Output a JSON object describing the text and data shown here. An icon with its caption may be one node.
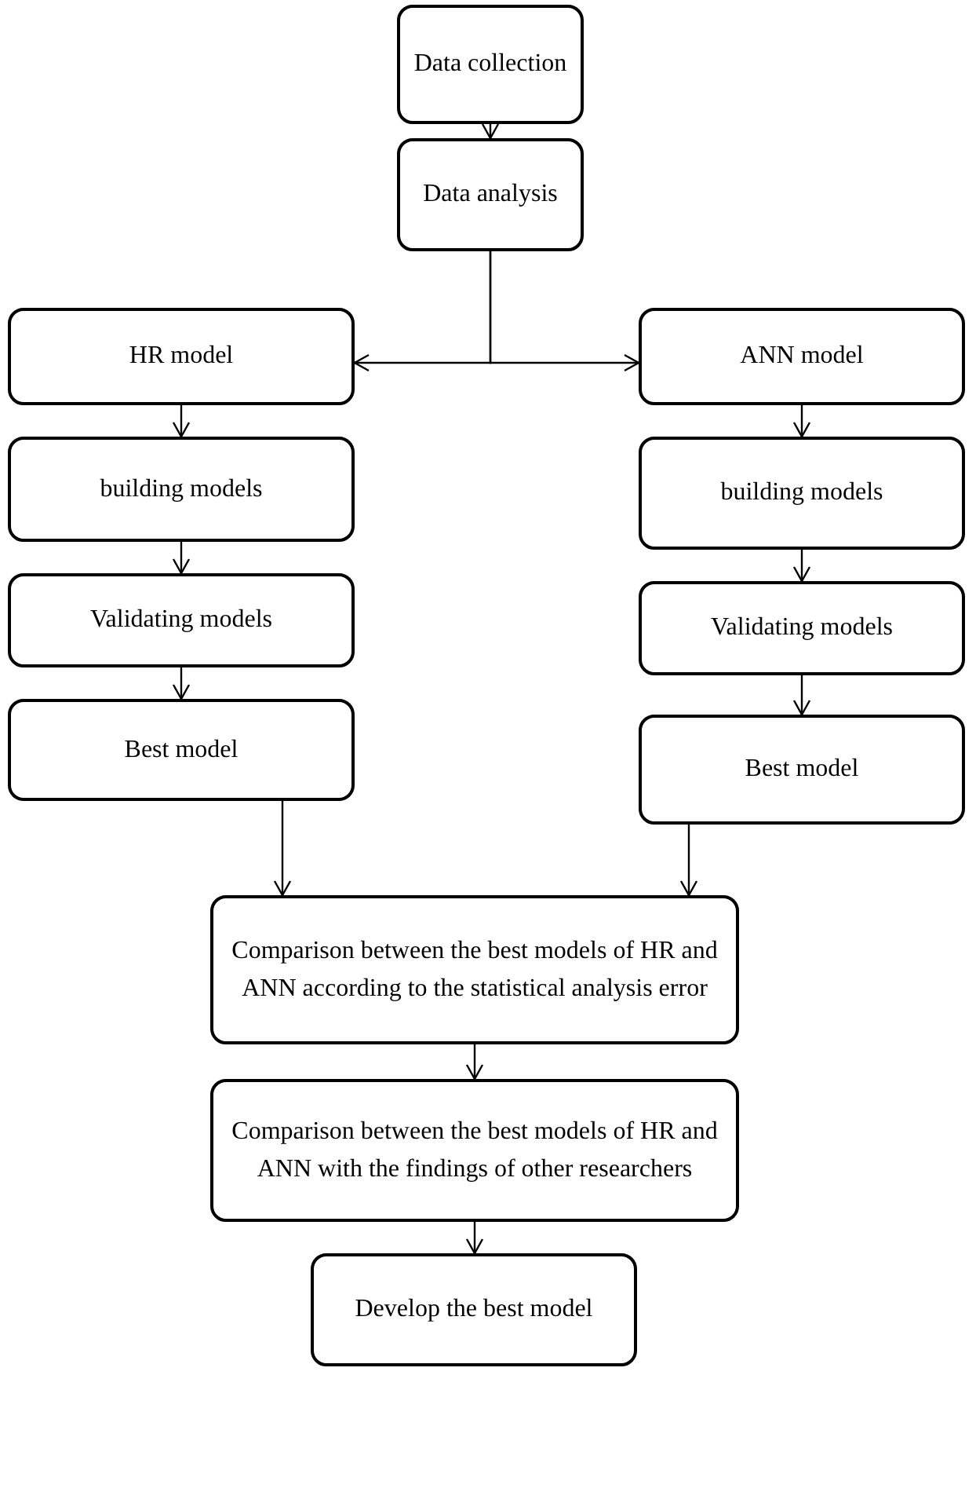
{
  "diagram": {
    "nodes": [
      {
        "text": [
          "Data collection"
        ]
      },
      {
        "text": [
          "Data analysis"
        ]
      },
      {
        "text": [
          "HR model"
        ]
      },
      {
        "text": [
          "ANN model"
        ]
      },
      {
        "text": [
          "building models"
        ]
      },
      {
        "text": [
          "building models"
        ]
      },
      {
        "text": [
          "Validating models"
        ]
      },
      {
        "text": [
          "Validating models"
        ]
      },
      {
        "text": [
          "Best model"
        ]
      },
      {
        "text": [
          "Best model"
        ]
      },
      {
        "text": [
          "Comparison between the best models of HR and ANN according to the statistical analysis error"
        ]
      },
      {
        "text": [
          "Comparison between the best models of HR and ANN with the findings of other researchers"
        ]
      },
      {
        "text": [
          "Develop the best model"
        ]
      }
    ],
    "edges": [
      {
        "from": 0,
        "to": 1,
        "arrow": "to"
      },
      {
        "from": 1,
        "to": 2,
        "arrow": "to"
      },
      {
        "from": 1,
        "to": 3,
        "arrow": "to"
      },
      {
        "from": 2,
        "to": 4,
        "arrow": "to"
      },
      {
        "from": 4,
        "to": 6,
        "arrow": "to"
      },
      {
        "from": 6,
        "to": 8,
        "arrow": "to"
      },
      {
        "from": 3,
        "to": 5,
        "arrow": "to"
      },
      {
        "from": 5,
        "to": 7,
        "arrow": "to"
      },
      {
        "from": 7,
        "to": 9,
        "arrow": "to"
      },
      {
        "from": 8,
        "to": 10,
        "arrow": "to"
      },
      {
        "from": 9,
        "to": 10,
        "arrow": "to"
      },
      {
        "from": 10,
        "to": 11,
        "arrow": "to"
      },
      {
        "from": 11,
        "to": 12,
        "arrow": "to"
      }
    ]
  }
}
